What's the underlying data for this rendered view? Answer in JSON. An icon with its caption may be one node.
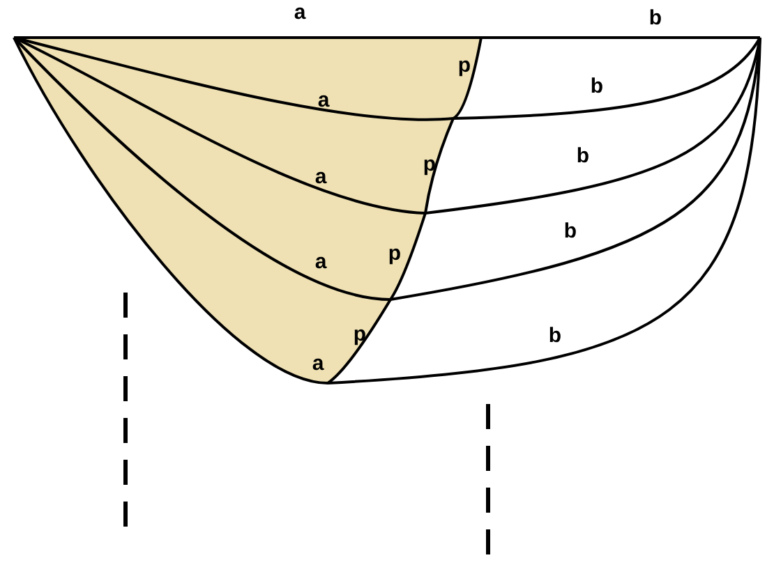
{
  "diagram": {
    "labels": [
      "a",
      "b",
      "p",
      "b",
      "a",
      "p",
      "b",
      "a",
      "p",
      "b",
      "a",
      "p",
      "b",
      "a"
    ]
  }
}
